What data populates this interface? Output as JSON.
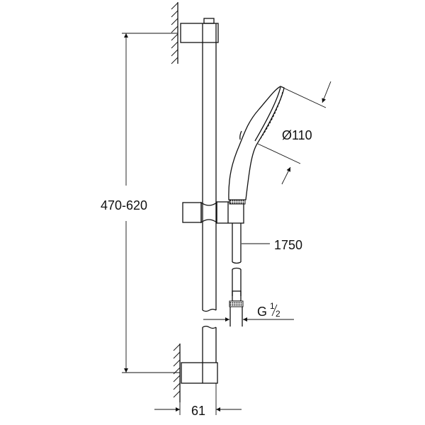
{
  "dimensions": {
    "rail_adjust": "470-620",
    "head_diameter": "Ø110",
    "hose_length": "1750",
    "thread": "G",
    "thread_num": "1",
    "thread_den": "2",
    "wall_offset": "61"
  },
  "colors": {
    "line": "#111111",
    "background": "#ffffff"
  }
}
